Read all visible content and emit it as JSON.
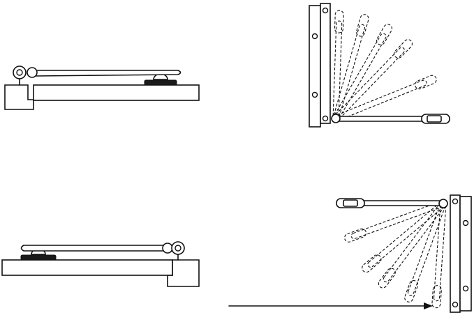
{
  "diagram": {
    "type": "technical-line-drawing",
    "subject": "door-closer",
    "line_color": "#111111",
    "background_color": "#ffffff",
    "views": [
      {
        "name": "side-view-top-left",
        "orientation": "closer-on-left"
      },
      {
        "name": "top-view-top-right",
        "orientation": "mirrored-arm-right",
        "arm_swing_positions": 5
      },
      {
        "name": "side-view-bottom-left",
        "orientation": "closer-on-right"
      },
      {
        "name": "top-view-bottom-right",
        "orientation": "arm-left",
        "arm_swing_positions": 5
      }
    ],
    "arrow": {
      "direction": "right"
    }
  }
}
